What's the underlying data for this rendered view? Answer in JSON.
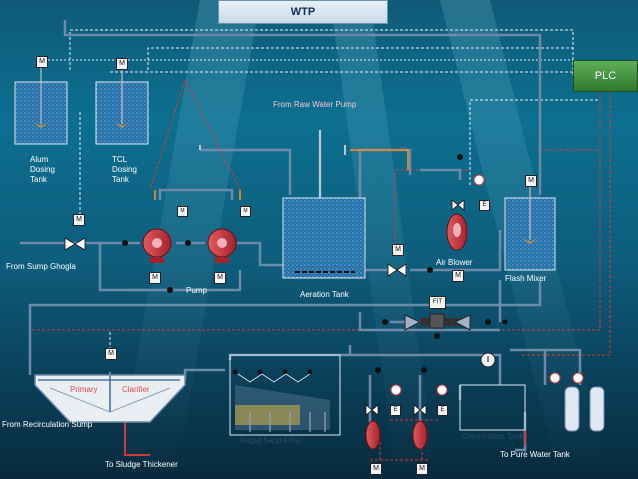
{
  "title": "WTP",
  "plc": "PLC",
  "labels": {
    "alum_tank": "Alum Dosing Tank",
    "tcl_tank": "TCL Dosing Tank",
    "from_raw_water_pump": "From Raw Water Pump",
    "from_sump": "From Sump Ghogla",
    "pump": "Pump",
    "aeration_tank": "Aeration Tank",
    "air_blower": "Air Blower",
    "flash_mixer": "Flash Mixer",
    "fit": "FIT",
    "primary": "Primary",
    "clarifier": "Clarifier",
    "from_recirculation": "From Recirculation Sump",
    "to_sludge": "To Sludge Thickener",
    "rapid_sand_filter": "Rapid Sand Filter",
    "chlorination_tank": "Chlorination Tank",
    "to_pure_water": "To Pure Water Tank",
    "m": "M",
    "e": "E"
  },
  "colors": {
    "pipe": "#6d8aa8",
    "pipe_light": "#b9c7d6",
    "signal_white": "#e8eef4",
    "signal_red": "#d23a3a",
    "pump": "#c93840",
    "plc_green": "#3a8a36",
    "tank_water": "#2c7fb8"
  }
}
